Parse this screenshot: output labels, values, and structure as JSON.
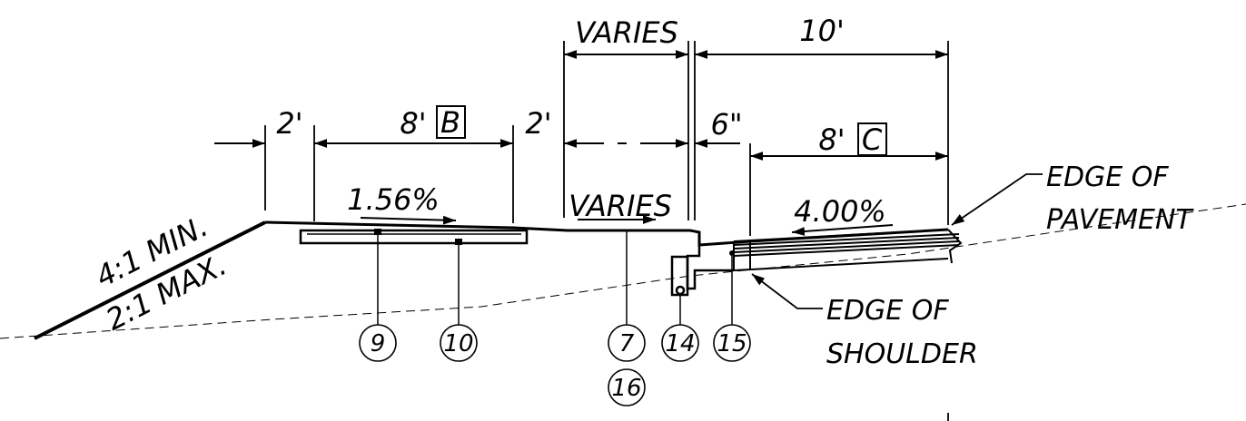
{
  "dimensions": {
    "top_varies": "VARIES",
    "top_ten": "10'",
    "left_two": "2'",
    "bike_eight": "8'",
    "box_b": "B",
    "right_two": "2'",
    "six_inch": "6\"",
    "shoulder_eight": "8'",
    "box_c": "C"
  },
  "slopes": {
    "bike_slope": "1.56%",
    "varies_slope": "VARIES",
    "pavement_slope": "4.00%",
    "side_min": "4:1 MIN.",
    "side_max": "2:1 MAX."
  },
  "callouts": {
    "edge_pavement_1": "EDGE OF",
    "edge_pavement_2": "PAVEMENT",
    "edge_shoulder_1": "EDGE OF",
    "edge_shoulder_2": "SHOULDER"
  },
  "notes": {
    "n9": "9",
    "n10": "10",
    "n7": "7",
    "n16": "16",
    "n14": "14",
    "n15": "15"
  }
}
